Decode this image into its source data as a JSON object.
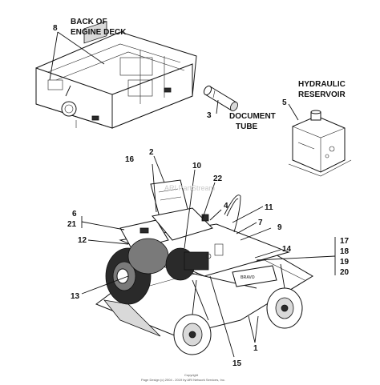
{
  "labels": {
    "back_of_engine_deck_line1": "BACK OF",
    "back_of_engine_deck_line2": "ENGINE DECK",
    "document_tube_line1": "DOCUMENT",
    "document_tube_line2": "TUBE",
    "hydraulic_reservoir_line1": "HYDRAULIC",
    "hydraulic_reservoir_line2": "RESERVOIR"
  },
  "callouts": {
    "c1": "1",
    "c2": "2",
    "c3": "3",
    "c4": "4",
    "c5": "5",
    "c6": "6",
    "c7": "7",
    "c8": "8",
    "c9": "9",
    "c10": "10",
    "c11": "11",
    "c12": "12",
    "c13": "13",
    "c14": "14",
    "c15": "15",
    "c16": "16",
    "c17": "17",
    "c18": "18",
    "c19": "19",
    "c20": "20",
    "c21": "21",
    "c22": "22"
  },
  "watermark": "ARI PartStream",
  "copyright_line1": "Copyright",
  "copyright_line2": "Page Design (c) 2004 - 2019 by ARI Network Services, Inc."
}
